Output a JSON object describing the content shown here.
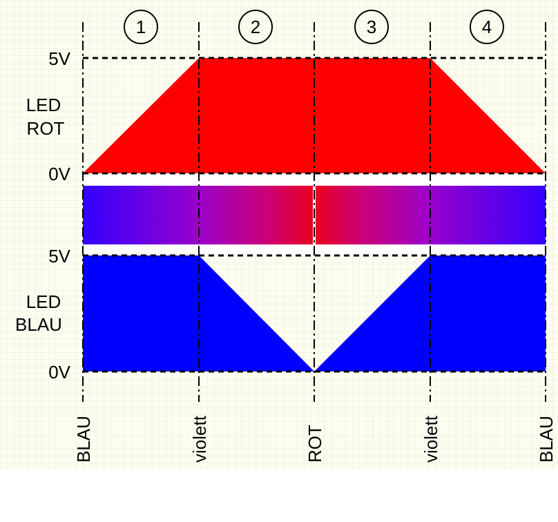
{
  "phases": [
    {
      "number": "1"
    },
    {
      "number": "2"
    },
    {
      "number": "3"
    },
    {
      "number": "4"
    }
  ],
  "red_section": {
    "label_line1": "LED",
    "label_line2": "ROT",
    "level_high": "5V",
    "level_low": "0V",
    "color": "#ff0000"
  },
  "blue_section": {
    "label_line1": "LED",
    "label_line2": "BLAU",
    "level_high": "5V",
    "level_low": "0V",
    "color": "#0000ff"
  },
  "mix_bar": {
    "colors": [
      "#3300ff",
      "#9900cc",
      "#cc0077",
      "#e8001f"
    ]
  },
  "bottom_labels": [
    "BLAU",
    "violett",
    "ROT",
    "violett",
    "BLAU"
  ],
  "grid": {
    "background": "#fdfdf0",
    "line_color": "#e8ecd8"
  }
}
